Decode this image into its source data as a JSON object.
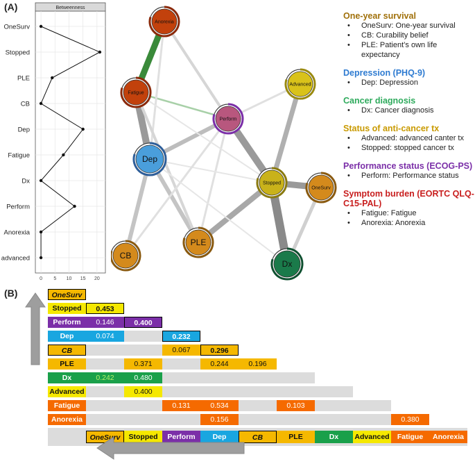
{
  "panelA": {
    "label": "(A)"
  },
  "panelB": {
    "label": "(B)"
  },
  "colors": {
    "One-year survival": "#b8860b",
    "Depression": "#2e7bd1",
    "Cancer diagnosis": "#2eaa5c",
    "Status of anti-cancer tx": "#d1a400",
    "Performance status": "#7b2fa8",
    "Symptom burden": "#c81e1e"
  },
  "chart_data": {
    "type": "line",
    "title": "Betweenness",
    "categories": [
      "OneSurv",
      "Stopped",
      "PLE",
      "CB",
      "Dep",
      "Fatigue",
      "Dx",
      "Perform",
      "Anorexia",
      "advanced"
    ],
    "values": [
      0,
      21,
      4,
      0,
      15,
      8,
      0,
      12,
      0,
      0
    ],
    "xlim": [
      -2,
      23
    ],
    "xticks": [
      "0",
      "5",
      "10",
      "15",
      "20"
    ]
  },
  "network": {
    "nodes": [
      {
        "id": "Anorexia",
        "label": "Anorexia",
        "color": "#c2410c",
        "ring": "#8b2a0a"
      },
      {
        "id": "Fatigue",
        "label": "Fatigue",
        "color": "#c2410c",
        "ring": "#8b2a0a"
      },
      {
        "id": "Perform",
        "label": "Perform",
        "color": "#b8577e",
        "ring": "#7b2fa8"
      },
      {
        "id": "Dep",
        "label": "Dep",
        "color": "#4a9edb",
        "ring": "#2e5e99"
      },
      {
        "id": "Advanced",
        "label": "Advanced",
        "color": "#d9c21a",
        "ring": "#9a8a10"
      },
      {
        "id": "Stopped",
        "label": "Stopped",
        "color": "#c9b21a",
        "ring": "#8a7a10"
      },
      {
        "id": "OneSurv",
        "label": "OneSurv",
        "color": "#d48a1c",
        "ring": "#8a5a10"
      },
      {
        "id": "PLE",
        "label": "PLE",
        "color": "#d48a1c",
        "ring": "#8a5a10"
      },
      {
        "id": "CB",
        "label": "CB",
        "color": "#d48a1c",
        "ring": "#8a5a10"
      },
      {
        "id": "Dx",
        "label": "Dx",
        "color": "#1a7a4a",
        "ring": "#0f5030"
      }
    ]
  },
  "legend": [
    {
      "title": "One-year survival",
      "color": "#a0700a",
      "items": [
        "OneSurv: One-year survival",
        "CB: Curability belief",
        "PLE: Patient’s own life expectancy"
      ]
    },
    {
      "title": "Depression (PHQ-9)",
      "color": "#2e7bd1",
      "items": [
        "Dep: Depression"
      ]
    },
    {
      "title": "Cancer diagnosis",
      "color": "#2eaa5c",
      "items": [
        "Dx: Cancer diagnosis"
      ]
    },
    {
      "title": "Status of anti-cancer tx",
      "color": "#c99a00",
      "items": [
        "Advanced: advanced canter tx",
        "Stopped: stopped cancer tx"
      ]
    },
    {
      "title": "Performance status (ECOG-PS)",
      "color": "#7b2fa8",
      "items": [
        "Perform: Performance status"
      ]
    },
    {
      "title": "Symptom burden (EORTC QLQ-C15-PAL)",
      "color": "#c81e1e",
      "items": [
        "Fatigue: Fatigue",
        "Anorexia: Anorexia"
      ]
    }
  ],
  "matrix": {
    "labels": [
      "OneSurv",
      "Stopped",
      "Perform",
      "Dep",
      "CB",
      "PLE",
      "Dx",
      "Advanced",
      "Fatigue",
      "Anorexia"
    ],
    "label_colors": [
      "#f5b800",
      "#f5e800",
      "#7b2fa8",
      "#19a6e0",
      "#f5b800",
      "#f5b800",
      "#1aa04a",
      "#f5e800",
      "#f56a00",
      "#f56a00"
    ],
    "italic": [
      true,
      false,
      false,
      false,
      true,
      false,
      false,
      false,
      false,
      false
    ],
    "boxed": [
      true,
      false,
      false,
      false,
      true,
      false,
      false,
      false,
      false,
      false
    ],
    "cells": [
      {
        "r": 1,
        "c": 0,
        "v": "0.453",
        "bold": true,
        "box": true
      },
      {
        "r": 2,
        "c": 0,
        "v": "0.146"
      },
      {
        "r": 2,
        "c": 1,
        "v": "0.400",
        "bold": true,
        "box": true
      },
      {
        "r": 3,
        "c": 0,
        "v": "0.074"
      },
      {
        "r": 3,
        "c": 2,
        "v": "0.232",
        "bold": true,
        "box": true
      },
      {
        "r": 4,
        "c": 2,
        "v": "0.067"
      },
      {
        "r": 4,
        "c": 3,
        "v": "0.296",
        "bold": true,
        "box": true
      },
      {
        "r": 5,
        "c": 1,
        "v": "0.371"
      },
      {
        "r": 5,
        "c": 3,
        "v": "0.244"
      },
      {
        "r": 5,
        "c": 4,
        "v": "0.196"
      },
      {
        "r": 6,
        "c": 0,
        "v": "0.242",
        "green": true
      },
      {
        "r": 6,
        "c": 1,
        "v": "0.480"
      },
      {
        "r": 7,
        "c": 1,
        "v": "0.400"
      },
      {
        "r": 8,
        "c": 2,
        "v": "0.131"
      },
      {
        "r": 8,
        "c": 3,
        "v": "0.534"
      },
      {
        "r": 8,
        "c": 5,
        "v": "0.103"
      },
      {
        "r": 9,
        "c": 3,
        "v": "0.156"
      },
      {
        "r": 9,
        "c": 8,
        "v": "0.380"
      }
    ]
  }
}
